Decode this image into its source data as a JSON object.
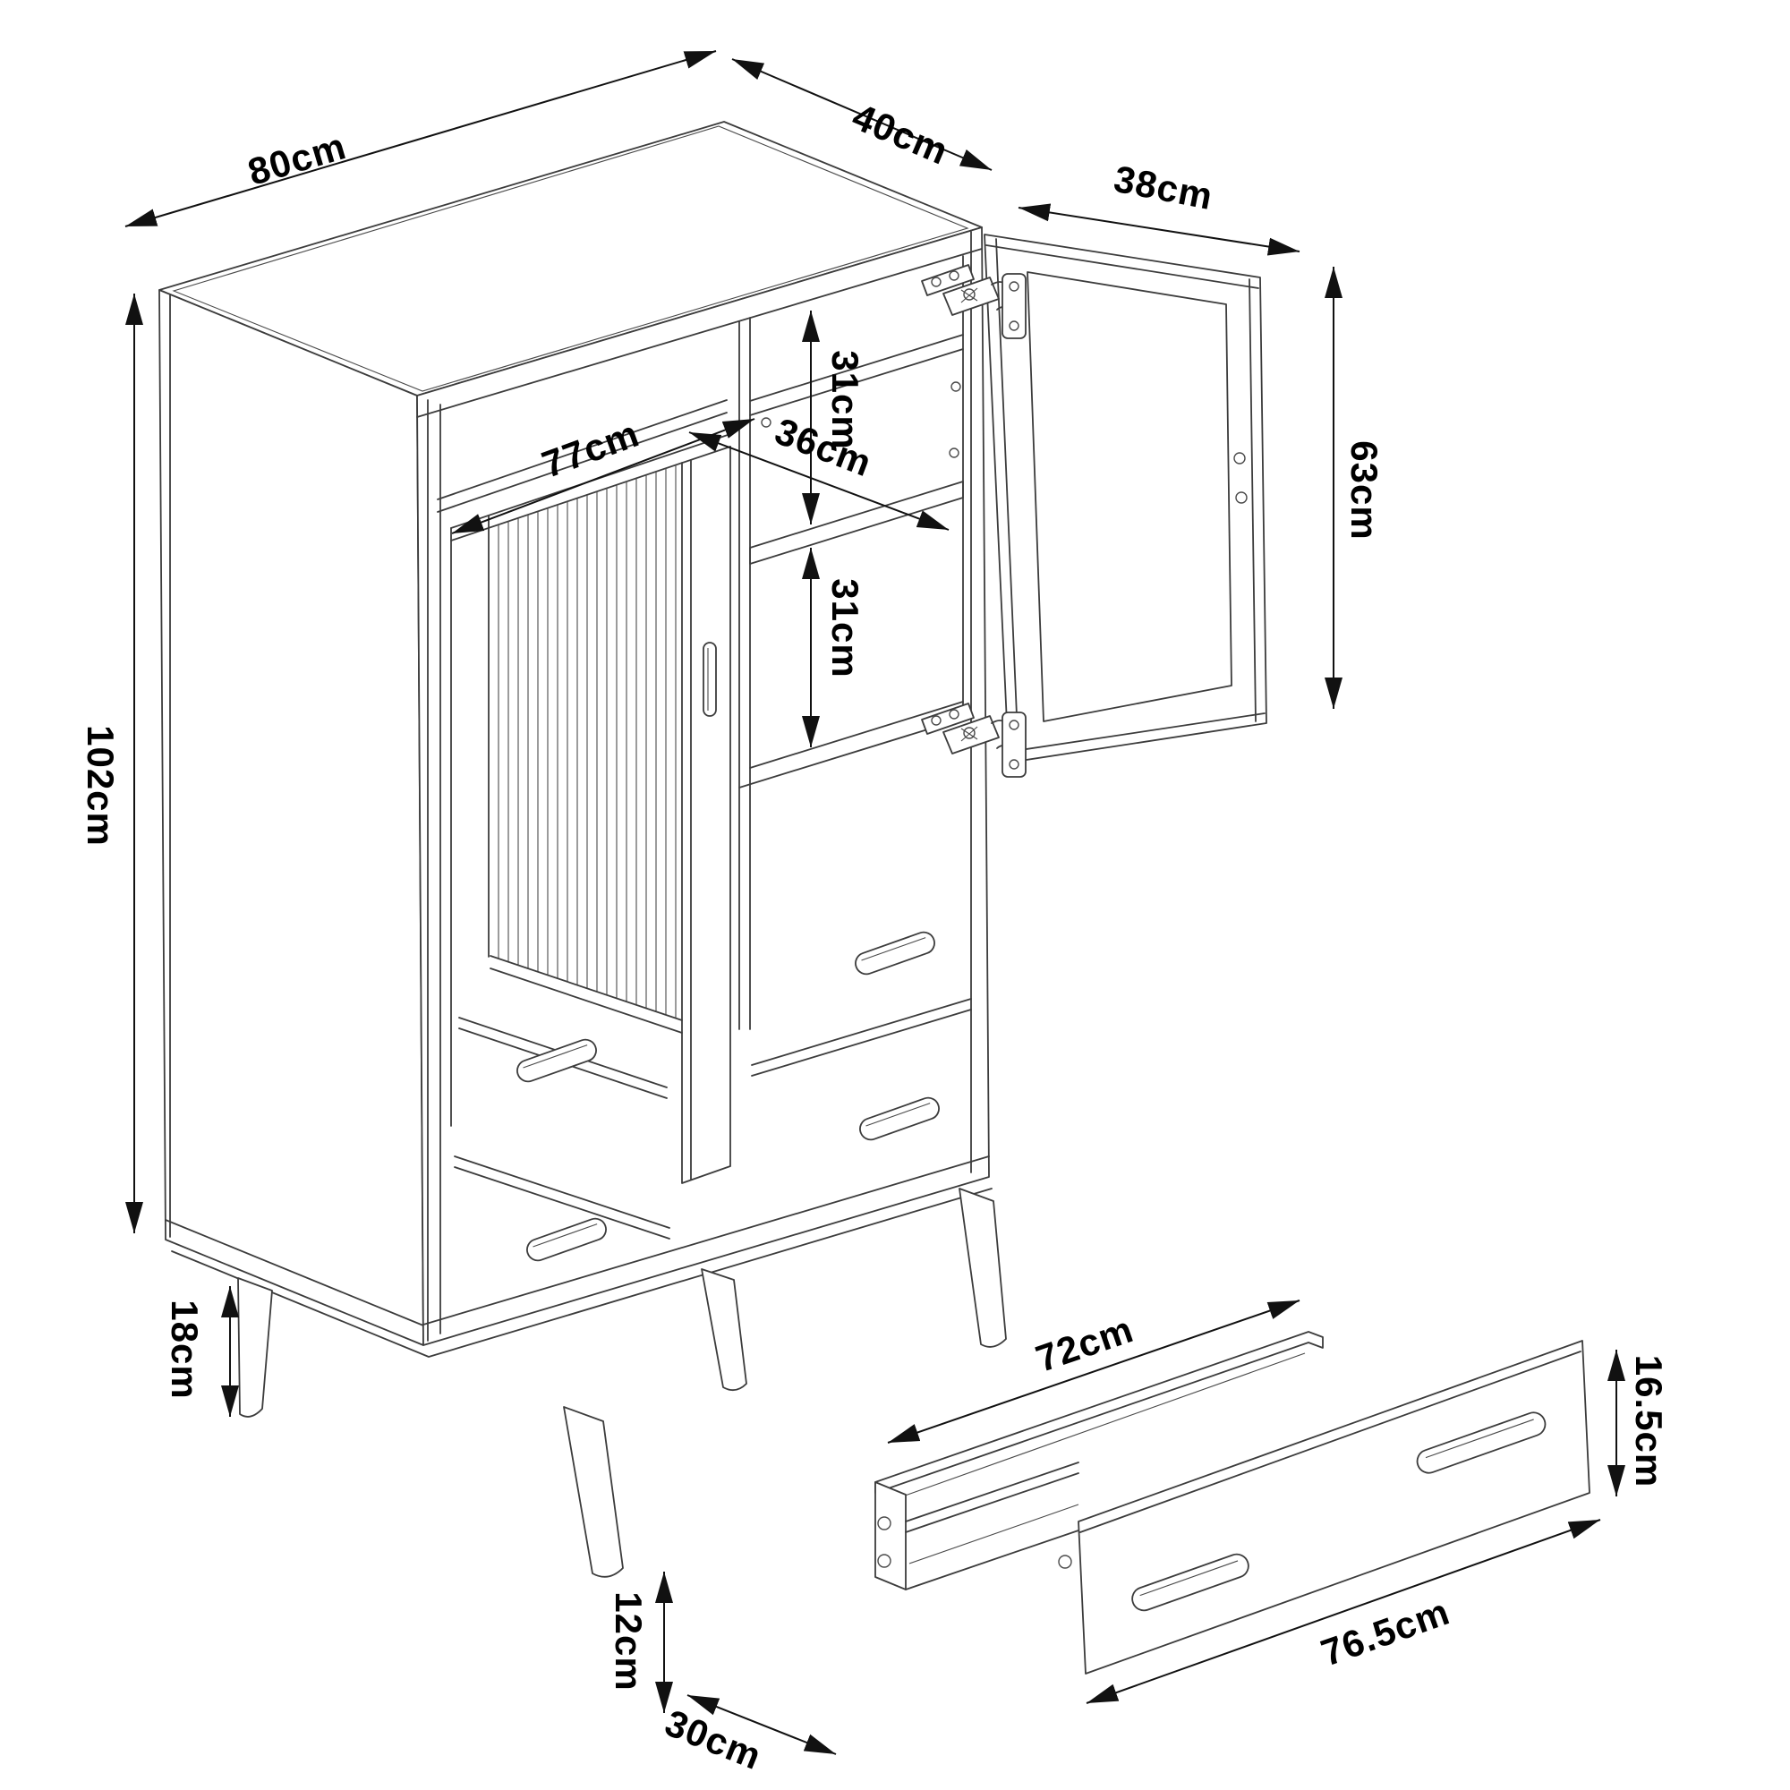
{
  "diagram": {
    "type": "furniture-dimension-diagram",
    "subject": "isometric cabinet line drawing with fluted sliding door, open hinged door, shelf compartment, drawers, splayed legs and a detached drawer box detail",
    "unit": "cm"
  },
  "dims": {
    "top_width": {
      "label": "80cm",
      "value": 80,
      "feature": "cabinet top width"
    },
    "top_depth": {
      "label": "40cm",
      "value": 40,
      "feature": "cabinet top depth"
    },
    "door_width": {
      "label": "38cm",
      "value": 38,
      "feature": "hinged door width"
    },
    "upper_compartment_height": {
      "label": "31cm",
      "value": 31,
      "feature": "space above shelf"
    },
    "shelf_depth": {
      "label": "36cm",
      "value": 36,
      "feature": "interior depth"
    },
    "sliding_door_width": {
      "label": "77cm",
      "value": 77,
      "feature": "sliding door width"
    },
    "door_height": {
      "label": "63cm",
      "value": 63,
      "feature": "hinged door height"
    },
    "lower_compartment_height": {
      "label": "31cm",
      "value": 31,
      "feature": "space below shelf"
    },
    "cabinet_height": {
      "label": "102cm",
      "value": 102,
      "feature": "cabinet body height"
    },
    "leg_height": {
      "label": "18cm",
      "value": 18,
      "feature": "leg height"
    },
    "drawer_inner_width": {
      "label": "72cm",
      "value": 72,
      "feature": "drawer box inner width"
    },
    "drawer_front_height": {
      "label": "16.5cm",
      "value": 16.5,
      "feature": "drawer front panel height"
    },
    "drawer_side_height": {
      "label": "12cm",
      "value": 12,
      "feature": "drawer box side height"
    },
    "drawer_depth": {
      "label": "30cm",
      "value": 30,
      "feature": "drawer box depth"
    },
    "drawer_front_width": {
      "label": "76.5cm",
      "value": 76.5,
      "feature": "drawer front panel width"
    }
  },
  "colors": {
    "background": "#ffffff",
    "line": "#3c3c3c",
    "dimension": "#111111",
    "text": "#000000"
  }
}
